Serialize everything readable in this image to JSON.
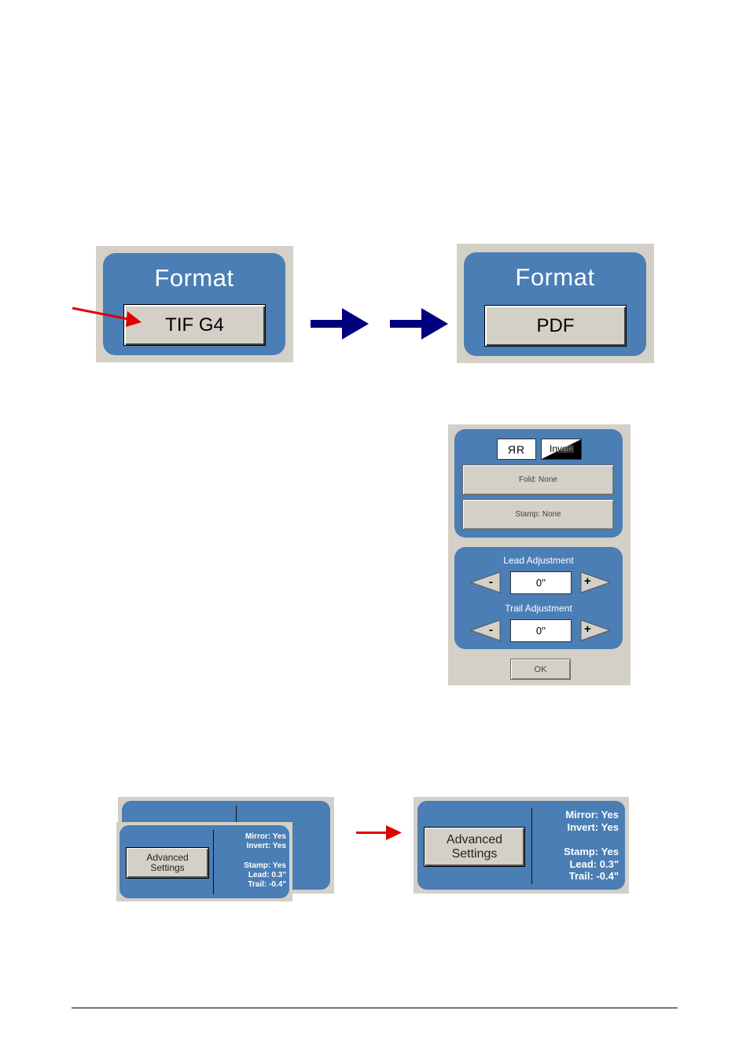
{
  "format_before": {
    "title": "Format",
    "button": "TIF G4"
  },
  "format_after": {
    "title": "Format",
    "button": "PDF"
  },
  "advanced_dialog": {
    "mirror_label": "ЯR",
    "invert_label": "Invert",
    "fold_label": "Fold: None",
    "stamp_label": "Stamp: None",
    "lead_title": "Lead Adjustment",
    "lead_value": "0''",
    "trail_title": "Trail Adjustment",
    "trail_value": "0''",
    "minus": "-",
    "plus": "+",
    "ok_label": "OK"
  },
  "summary_small": {
    "button_line1": "Advanced",
    "button_line2": "Settings",
    "mirror": "Mirror: Yes",
    "invert": "Invert: Yes",
    "stamp": "Stamp: Yes",
    "lead": "Lead: 0.3\"",
    "trail": "Trail: -0.4\""
  },
  "summary_large": {
    "button_line1": "Advanced",
    "button_line2": "Settings",
    "mirror": "Mirror: Yes",
    "invert": "Invert: Yes",
    "stamp": "Stamp: Yes",
    "lead": "Lead: 0.3\"",
    "trail": "Trail: -0.4\""
  },
  "colors": {
    "panel_blue": "#4a7eb5",
    "frame_gray": "#d4d0c8",
    "flow_arrow": "#00007f",
    "pointer_arrow": "#e00000"
  }
}
